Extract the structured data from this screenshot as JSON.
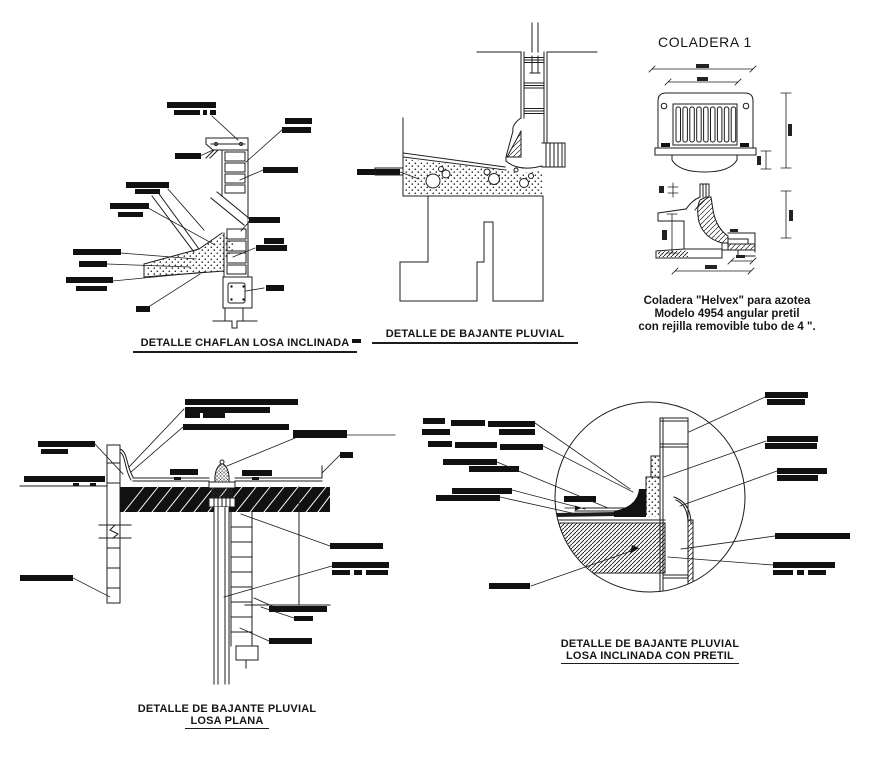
{
  "colors": {
    "ink": "#1c1c1c",
    "paper": "#ffffff"
  },
  "panels": {
    "chaflan": {
      "title": "DETALLE CHAFLAN LOSA INCLINADA"
    },
    "bajante_superior": {
      "title": "DETALLE DE BAJANTE PLUVIAL"
    },
    "coladera": {
      "title": "COLADERA 1",
      "caption_line1": "Coladera \"Helvex\" para azotea",
      "caption_line2": "Modelo 4954 angular pretil",
      "caption_line3": "con rejilla removible tubo de 4 \"."
    },
    "losa_plana": {
      "title_line1": "DETALLE DE BAJANTE PLUVIAL",
      "title_line2": "LOSA PLANA"
    },
    "losa_inclinada": {
      "title_line1": "DETALLE DE BAJANTE PLUVIAL",
      "title_line2": "LOSA INCLINADA CON PRETIL"
    }
  }
}
